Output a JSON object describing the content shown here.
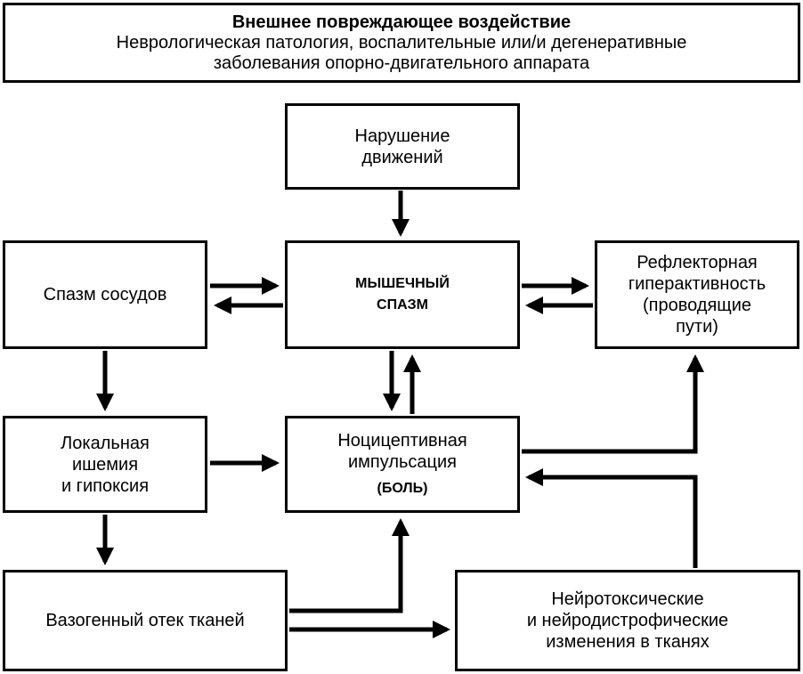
{
  "header": {
    "title": "Внешнее повреждающее воздействие",
    "line1": "Неврологическая патология, воспалительные или/и дегенеративные",
    "line2": "заболевания опорно-двигательного аппарата"
  },
  "nodes": {
    "movement": {
      "line1": "Нарушение",
      "line2": "движений"
    },
    "spasm": {
      "line1": "МЫШЕЧНЫЙ",
      "line2": "СПАЗМ"
    },
    "vessels": {
      "line1": "Спазм сосудов"
    },
    "reflex": {
      "line1": "Рефлекторная",
      "line2": "гиперактивность",
      "line3": "(проводящие",
      "line4": "пути)"
    },
    "ischemia": {
      "line1": "Локальная",
      "line2": "ишемия",
      "line3": "и гипоксия"
    },
    "nociceptive": {
      "line1": "Ноцицептивная",
      "line2": "импульсация",
      "line3": "(БОЛЬ)"
    },
    "edema": {
      "line1": "Вазогенный отек тканей"
    },
    "neurotoxic": {
      "line1": "Нейротоксические",
      "line2": "и нейродистрофические",
      "line3": "изменения в тканях"
    }
  }
}
